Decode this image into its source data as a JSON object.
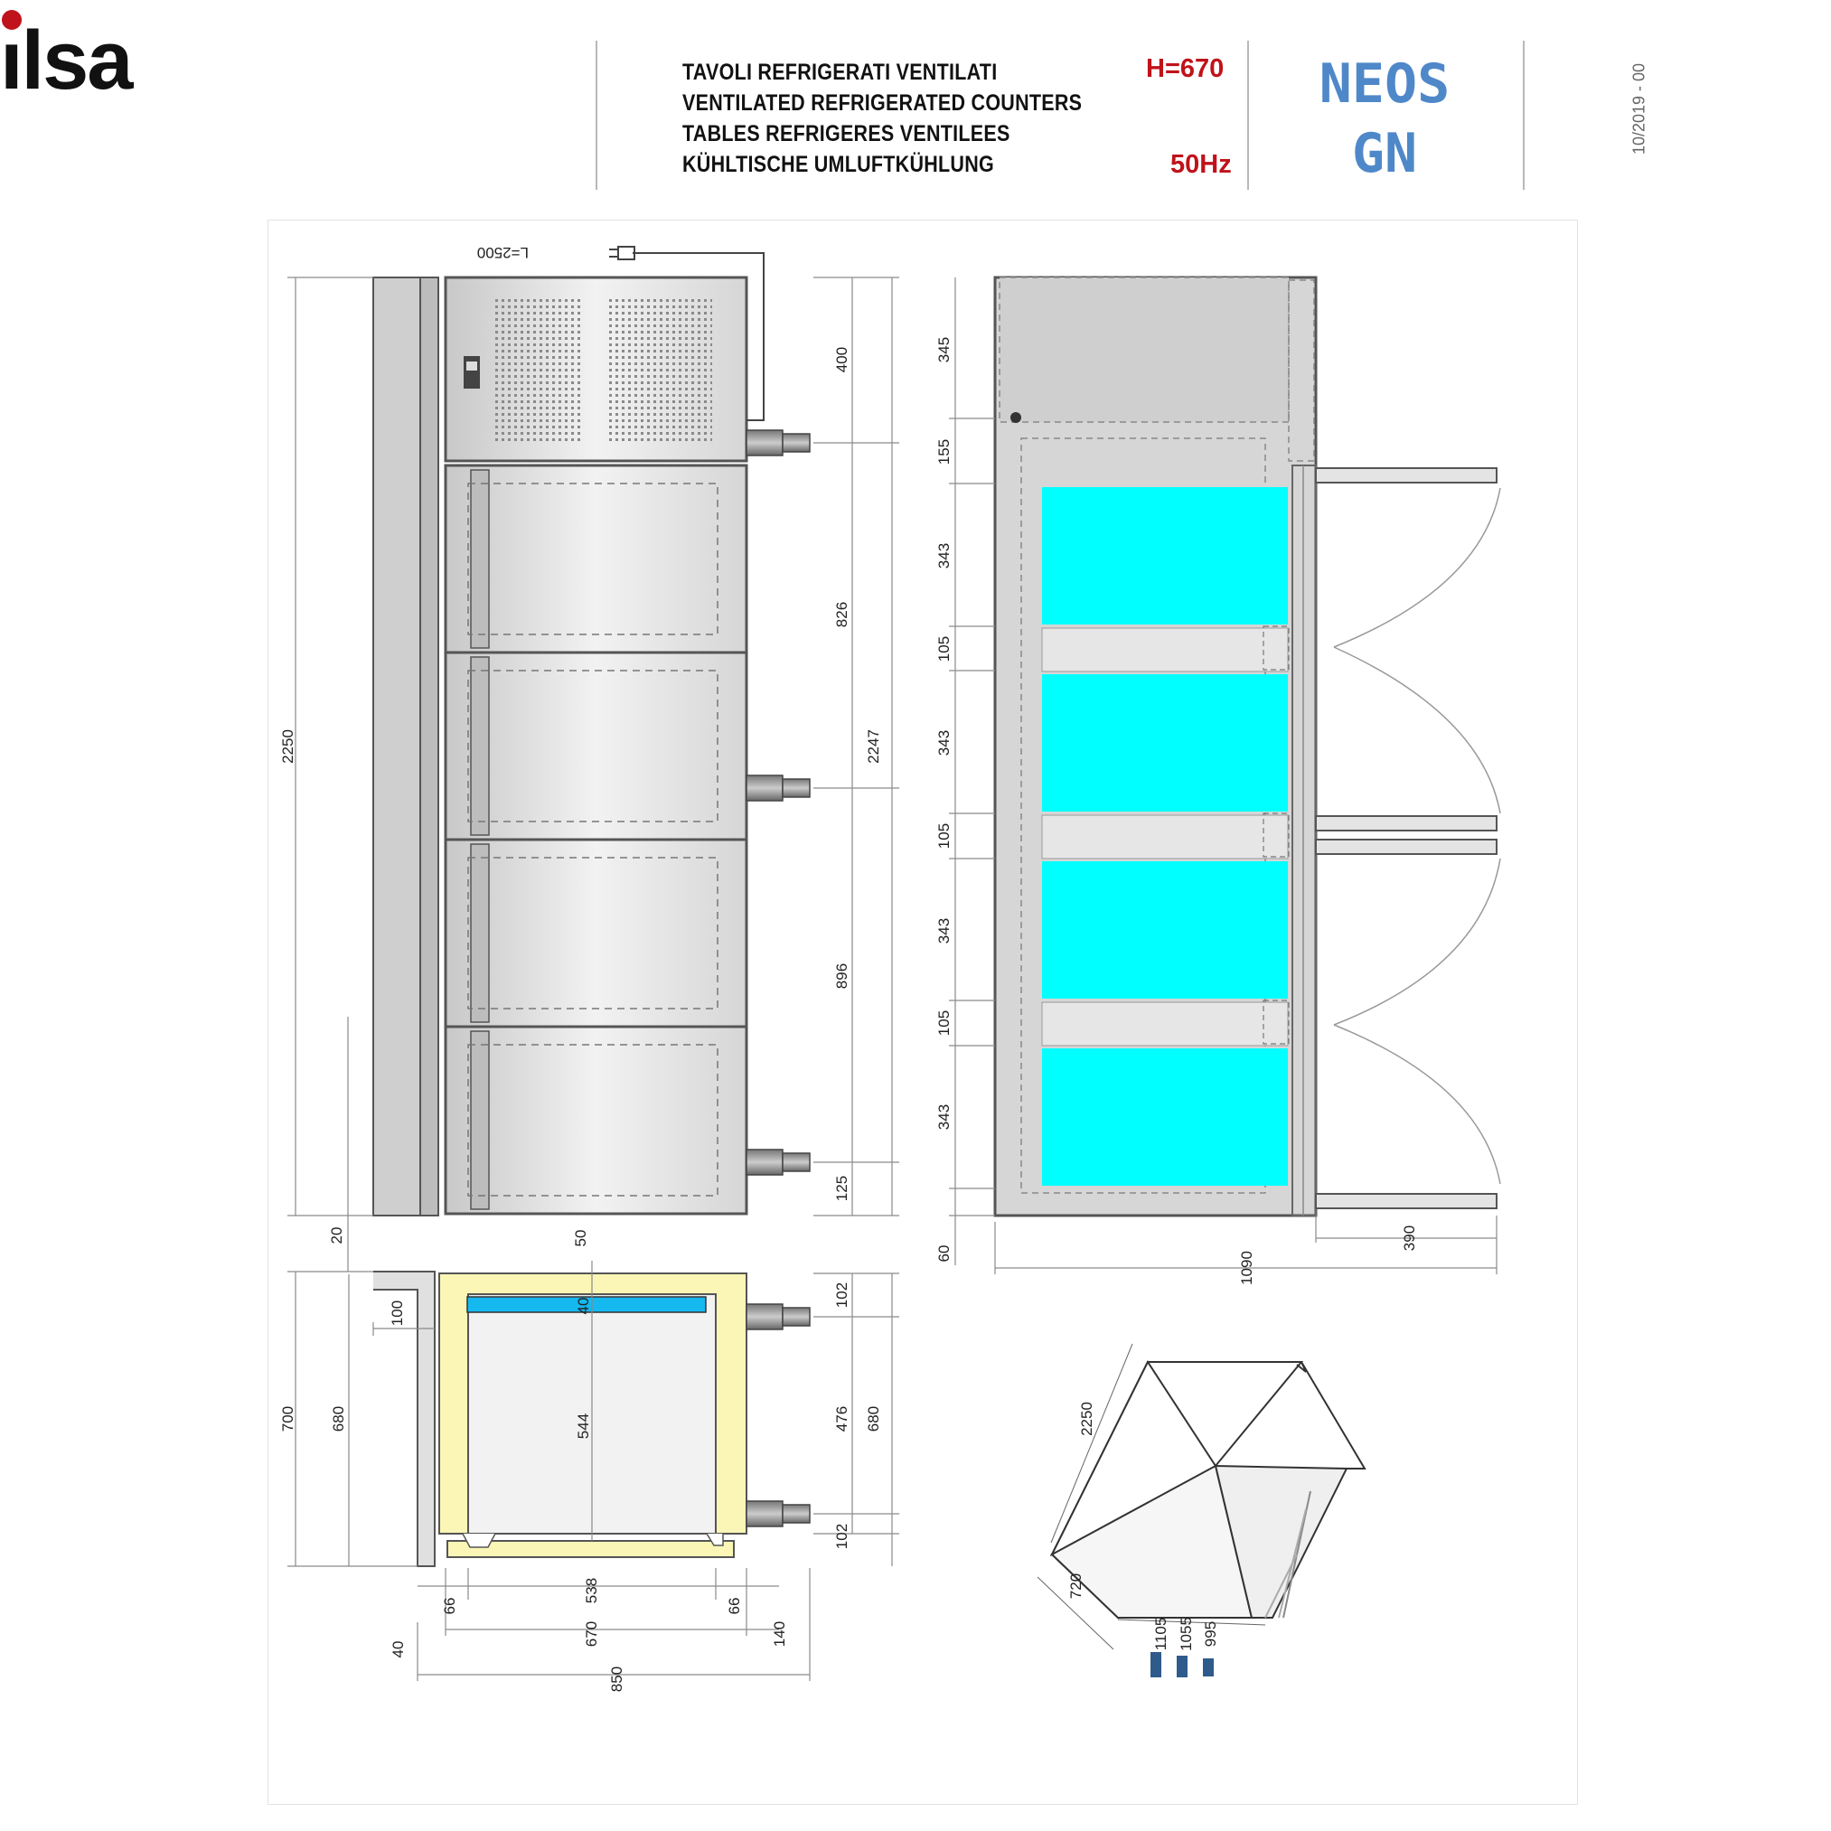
{
  "header": {
    "brand": "ilsa",
    "title_lines": [
      "TAVOLI REFRIGERATI VENTILATI",
      "VENTILATED REFRIGERATED COUNTERS",
      "TABLES REFRIGERES VENTILEES",
      "KÜHLTISCHE UMLUFTKÜHLUNG"
    ],
    "height_spec": "H=670",
    "frequency": "50Hz",
    "model_line1": "NEOS",
    "model_line2": "GN",
    "revision": "10/2019 - 00"
  },
  "colors": {
    "brand_red": "#c0121a",
    "model_blue": "#4f88c9",
    "cyan_gn": "#00ffff",
    "insulation_yellow": "#fbf6b6",
    "steel_gray": "#d4d4d4"
  },
  "front_view": {
    "cable_label": "L=2500",
    "dim_overall_height": "2250",
    "dim_inner_height": "2247",
    "dim_top": "400",
    "dim_middle": "826",
    "dim_lower": "896",
    "dim_bottom": "125",
    "dim_gap": "20",
    "dim_gap2": "50"
  },
  "side_view": {
    "dims_left": [
      "345",
      "155",
      "343",
      "105",
      "343",
      "105",
      "343",
      "105",
      "343"
    ],
    "dim_bottom": "60",
    "dim_depth": "1090",
    "dim_drawer": "390"
  },
  "section_view": {
    "dim_total_700": "700",
    "dim_680_left": "680",
    "dim_100": "100",
    "dim_40_top": "40",
    "dim_544": "544",
    "dim_102_top": "102",
    "dim_476": "476",
    "dim_102_bottom": "102",
    "dim_680_right": "680",
    "dim_66_left": "66",
    "dim_538": "538",
    "dim_66_right": "66",
    "dim_670": "670",
    "dim_140": "140",
    "dim_40_bottom": "40",
    "dim_850": "850"
  },
  "iso_view": {
    "dim_length": "2250",
    "dim_depth": "720",
    "dim_heights": [
      "1105",
      "1055",
      "995"
    ]
  }
}
